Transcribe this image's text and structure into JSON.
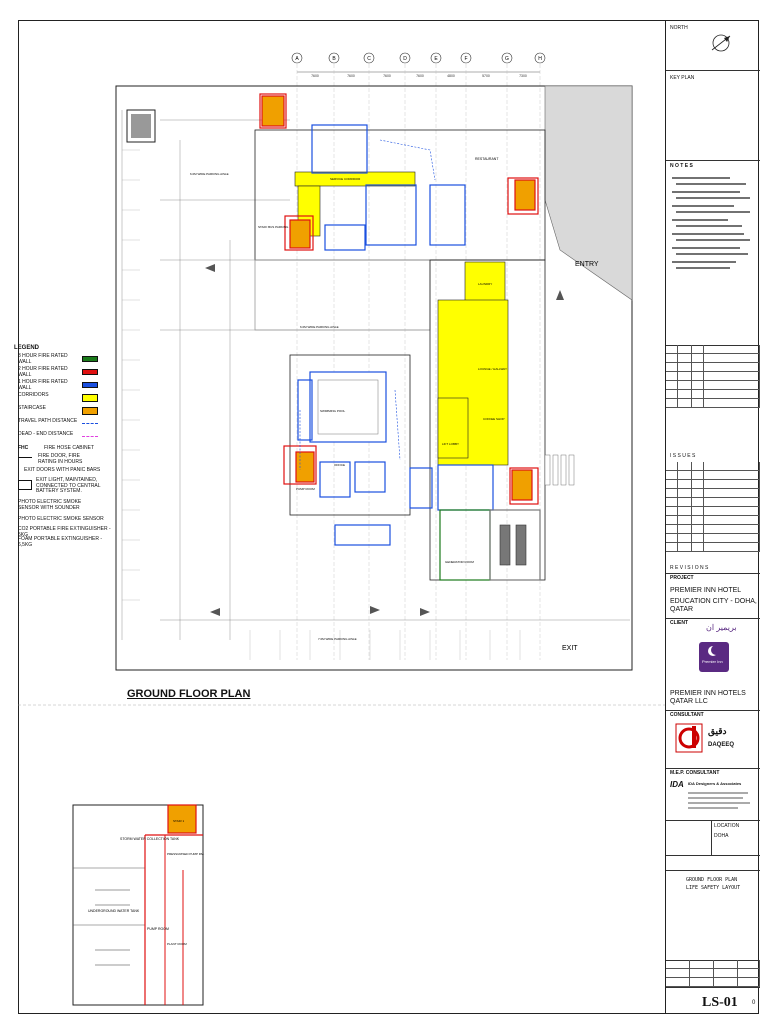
{
  "plan_title": "GROUND FLOOR PLAN",
  "legend": {
    "title": "LEGEND",
    "items": [
      {
        "label": "3 HOUR FIRE RATED WALL",
        "color": "#1a7a1a"
      },
      {
        "label": "2 HOUR FIRE RATED WALL",
        "color": "#e01010"
      },
      {
        "label": "1 HOUR FIRE RATED WALL",
        "color": "#1a4fe0"
      },
      {
        "label": "CORRIDORS",
        "color": "#ffff00"
      },
      {
        "label": "STAIRCASE",
        "color": "#f0a000"
      }
    ],
    "travel_path": "TRAVEL PATH DISTANCE",
    "dead_end": "DEAD - END DISTANCE",
    "fhc": "FHC",
    "fhc_label": "FIRE HOSE CABINET",
    "fire_door": "FIRE DOOR, FIRE RATING IN HOURS",
    "exit_doors": "EXIT DOORS WITH PANIC BARS",
    "exit_light": "EXIT LIGHT, MAINTAINED, CONNECTED TO CENTRAL BATTERY SYSTEM.",
    "smoke_sounder": "PHOTO ELECTRIC SMOKE SENSOR WITH SOUNDER",
    "smoke_sensor": "PHOTO ELECTRIC SMOKE SENSOR",
    "co2": "CO2 PORTABLE FIRE EXTINGUISHER - 5KG",
    "foam": "FOAM PORTABLE EXTINGUISHER - 6,5KG"
  },
  "grid": {
    "columns": [
      "A",
      "B",
      "C",
      "D",
      "E",
      "F",
      "G",
      "H"
    ],
    "dims": [
      "7600",
      "7600",
      "7600",
      "7600",
      "4800",
      "5700",
      "7300"
    ]
  },
  "plan_labels": {
    "entry": "ENTRY",
    "exit": "EXIT",
    "restaurant": "RESTAURANT",
    "coffee_shop": "COFFEE SHOP",
    "lounge": "LOUNGE / HALLWAY",
    "service_corridor": "SERVICE CORRIDOR",
    "laundry": "LAUNDRY",
    "pool": "SWIMMING POOL",
    "parking_north": "6.0M WIDE PARKING AISLE",
    "parking_south": "7.0M WIDE PARKING AISLE",
    "parking_mid": "6.0M WIDE PARKING AISLE",
    "staff_parking": "STAFF BUS PARKING",
    "office": "OFFICE",
    "pump_room": "PUMP ROOM",
    "lift_lobby": "LIFT LOBBY",
    "generator": "GENERATOR ROOM"
  },
  "basement_labels": {
    "storm_water": "STORM WATER COLLECTION TANK",
    "underground_tank": "UNDERGROUND WATER TANK",
    "pump_room": "PUMP ROOM",
    "plant_room": "PLANT ROOM",
    "pressurised": "PRESSURISED PUMP RM.",
    "stair": "STAIR 1"
  },
  "title_block": {
    "north": "NORTH",
    "key_plan": "KEY PLAN",
    "notes": "N O T E S",
    "revisions": "R E V I S I O N S",
    "issues": "I S S U E S",
    "project_hdr": "PROJECT",
    "project_line1": "PREMIER INN HOTEL",
    "project_line2": "EDUCATION CITY - DOHA, QATAR",
    "client_hdr": "CLIENT",
    "client_name": "PREMIER INN HOTELS QATAR LLC",
    "brand_arabic": "بريمير ان",
    "brand": "Premier Inn",
    "consultant_hdr": "CONSULTANT",
    "consultant_ar": "دقيق",
    "consultant_en": "DAQEEQ",
    "mep_hdr": "M.E.P. CONSULTANT",
    "mep_logo": "IDA",
    "mep_name": "IDA Designers & Associates",
    "location": "LOCATION",
    "city": "DOHA",
    "drawing_title1": "GROUND FLOOR PLAN",
    "drawing_title2": "LIFE SAFETY LAYOUT",
    "drawing_no": "LS-01",
    "rev": "0"
  },
  "colors": {
    "green": "#1a7a1a",
    "red": "#e01010",
    "blue": "#1a4fe0",
    "yellow": "#ffff00",
    "orange": "#f0a000",
    "grey": "#9a9a9a"
  }
}
